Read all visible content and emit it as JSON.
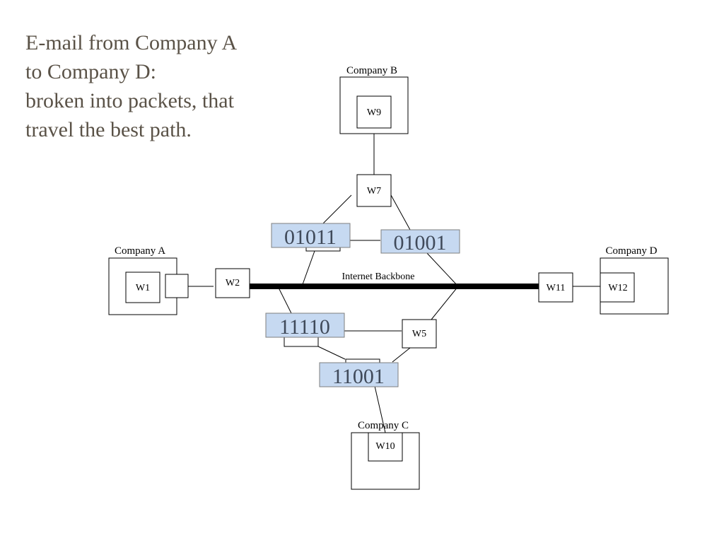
{
  "title": {
    "lines": [
      "E-mail from Company A",
      "to Company D:",
      "broken into packets, that",
      "travel the best path."
    ]
  },
  "companies": {
    "a": "Company A",
    "b": "Company B",
    "c": "Company C",
    "d": "Company D"
  },
  "nodes": {
    "w1": "W1",
    "w2": "W2",
    "w5": "W5",
    "w7": "W7",
    "w9": "W9",
    "w10": "W10",
    "w11": "W11",
    "w12": "W12"
  },
  "backbone_label": "Internet Backbone",
  "packets": {
    "p1": "01011",
    "p2": "01001",
    "p3": "11110",
    "p4": "11001"
  },
  "colors": {
    "title_text": "#5a5247",
    "packet_fill": "#c6d9f1",
    "packet_text": "#404a5a"
  }
}
